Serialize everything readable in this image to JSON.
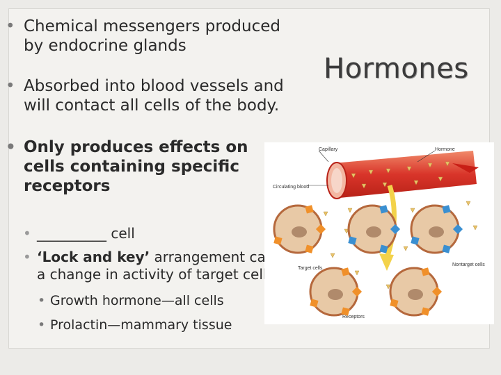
{
  "slide": {
    "title": "Hormones",
    "bullets": [
      "Chemical messengers produced by endocrine glands",
      "Absorbed into blood vessels and will contact all cells of the body.",
      "Only produces effects on cells containing specific receptors"
    ],
    "sub_bullets": {
      "blank_cell": "__________ cell",
      "lock_key_bold": "‘Lock and key’",
      "lock_key_rest": " arrangement causes a change in activity of target cell"
    },
    "sub_sub_bullets": [
      "Growth hormone—all cells",
      "Prolactin—mammary tissue"
    ],
    "bullet_glyph": "•"
  },
  "diagram": {
    "labels": {
      "capillary": "Capillary",
      "hormone": "Hormone",
      "circulating_blood": "Circulating blood",
      "target_cells": "Target cells",
      "nontarget_cells": "Nontarget cells",
      "receptors": "Receptors"
    },
    "colors": {
      "vessel": "#d9352a",
      "vessel_light": "#f08a6a",
      "hormone": "#e9c36a",
      "arrow_yellow": "#f3d24a",
      "cell_fill": "#e8c9a6",
      "cell_border": "#b5683c",
      "nucleus": "#b08a6b",
      "target_receptor": "#f0902a",
      "nontarget_receptor": "#3a8fd1"
    }
  }
}
